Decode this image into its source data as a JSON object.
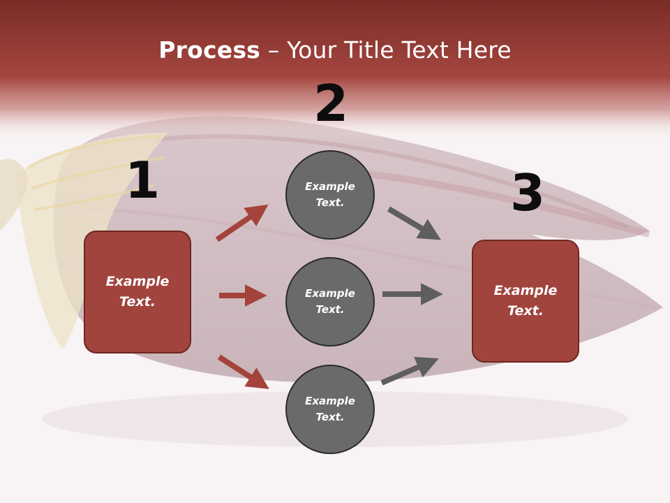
{
  "title": {
    "bold": "Process",
    "rest": " – Your Title Text Here"
  },
  "steps": {
    "num1": "1",
    "num2": "2",
    "num3": "3"
  },
  "boxes": {
    "left": "Example Text.",
    "right": "Example Text."
  },
  "circles": [
    "Example Text.",
    "Example Text.",
    "Example Text."
  ],
  "colors": {
    "header": "#a0443d",
    "box_fill": "#a0443d",
    "circle_fill": "#6a6a6a",
    "arrow_red": "#a3433b",
    "arrow_gray": "#5e5e5e"
  }
}
